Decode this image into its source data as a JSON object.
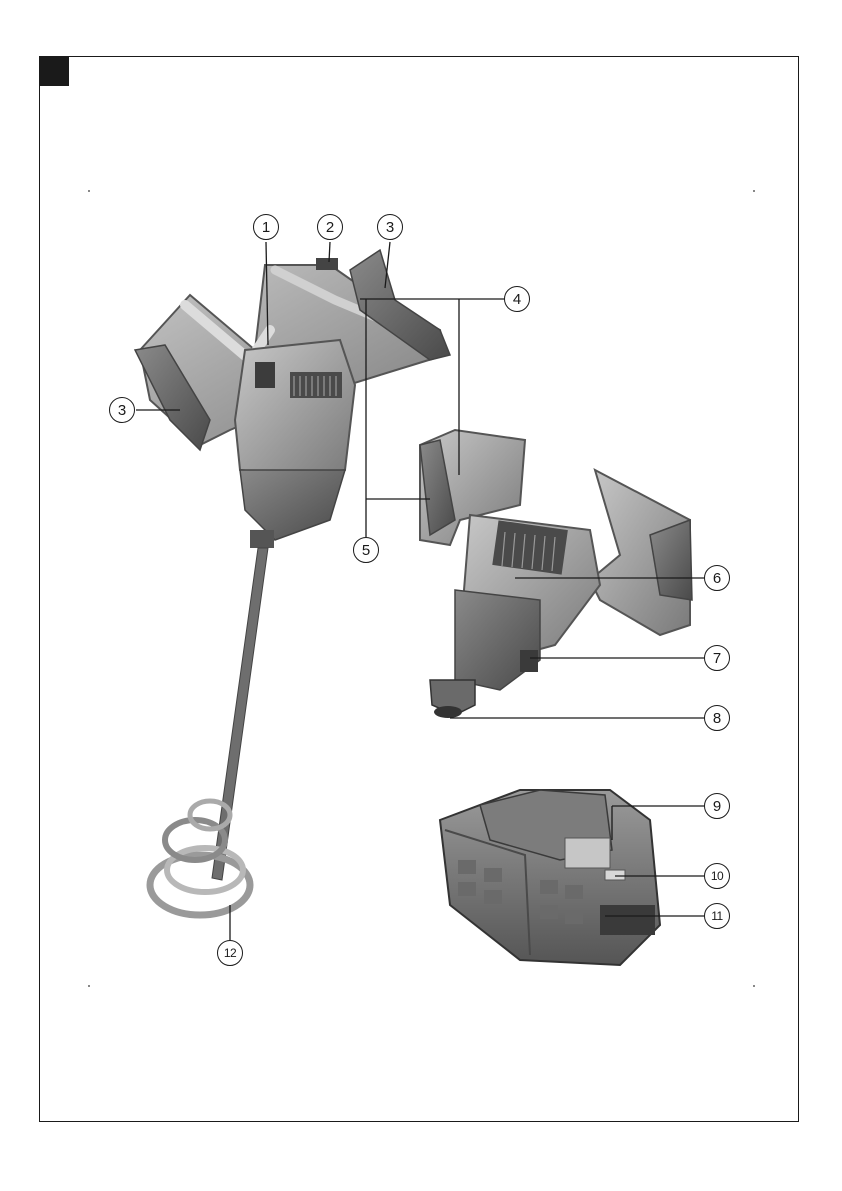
{
  "figure": {
    "callouts": [
      {
        "id": "1",
        "label": "1"
      },
      {
        "id": "2",
        "label": "2"
      },
      {
        "id": "3a",
        "label": "3"
      },
      {
        "id": "3b",
        "label": "3"
      },
      {
        "id": "4",
        "label": "4"
      },
      {
        "id": "5",
        "label": "5"
      },
      {
        "id": "6",
        "label": "6"
      },
      {
        "id": "7",
        "label": "7"
      },
      {
        "id": "8",
        "label": "8"
      },
      {
        "id": "9",
        "label": "9"
      },
      {
        "id": "10",
        "label": "10"
      },
      {
        "id": "11",
        "label": "11"
      },
      {
        "id": "12",
        "label": "12"
      }
    ],
    "colors": {
      "tool_body": "#9a9a9a",
      "tool_dark": "#5e5e5e",
      "tool_light": "#c4c4c4",
      "line": "#1a1a1a"
    }
  }
}
